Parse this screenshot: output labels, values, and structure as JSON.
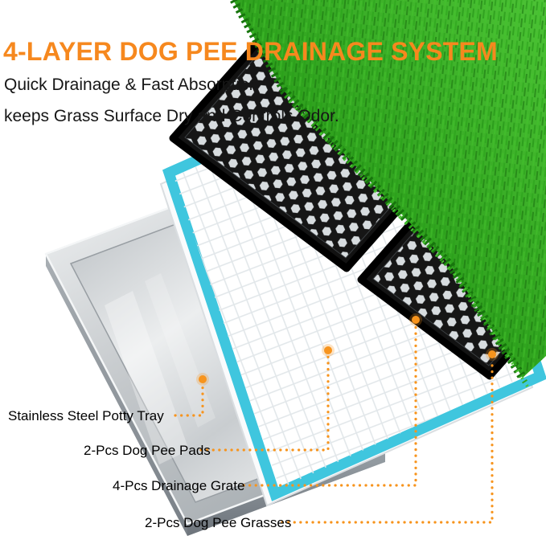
{
  "header": {
    "title": "4-LAYER DOG PEE DRAINAGE SYSTEM",
    "subtitle_line1": "Quick Drainage & Fast Absorption",
    "subtitle_line2": "keeps Grass Surface Dry and Controls Odor."
  },
  "callouts": [
    {
      "id": "tray",
      "label": "Stainless Steel Potty Tray"
    },
    {
      "id": "pads",
      "label": "2-Pcs Dog Pee Pads"
    },
    {
      "id": "grate",
      "label": "4-Pcs Drainage Grate"
    },
    {
      "id": "grass",
      "label": "2-Pcs Dog Pee Grasses"
    }
  ],
  "colors": {
    "title_orange": "#F6881E",
    "leader_orange": "#F7941D",
    "pad_border_cyan": "#3FC6DE",
    "grass_green": "#2FA31C",
    "grate_black": "#141414",
    "tray_silver": "#C9CDD1",
    "text_black": "#111111"
  }
}
